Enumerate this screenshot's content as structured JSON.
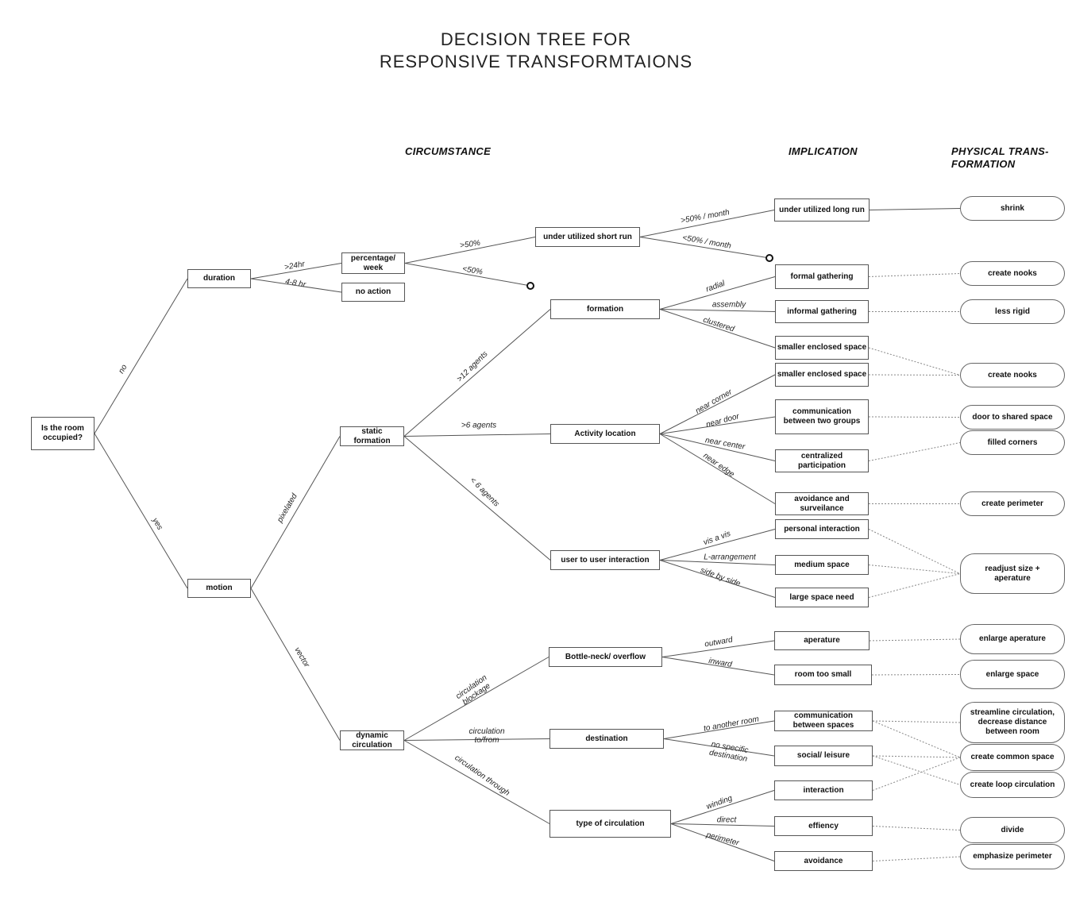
{
  "title": [
    "DECISION TREE FOR",
    "RESPONSIVE TRANSFORMTAIONS"
  ],
  "headers": {
    "circumstance": "CIRCUMSTANCE",
    "implication": "IMPLICATION",
    "physical": "PHYSICAL TRANS-\nFORMATION"
  },
  "nodes": {
    "root": "Is the room\noccupied?",
    "duration": "duration",
    "motion": "motion",
    "percentage": "percentage/\nweek",
    "noaction": "no action",
    "undershort": "under utilized short run",
    "static": "static\nformation",
    "dynamic": "dynamic\ncirculation",
    "formation": "formation",
    "activity": "Activity location",
    "u2u": "user to user interaction",
    "bottleneck": "Bottle-neck/ overflow",
    "destination": "destination",
    "typecirc": "type of circulation"
  },
  "implications": {
    "underlong": "under utilized long run",
    "formal": "formal gathering",
    "informal": "informal gathering",
    "smaller1": "smaller enclosed space",
    "smaller2": "smaller enclosed space",
    "comm2": "communication\nbetween two groups",
    "centralized": "centralized\nparticipation",
    "avoidsurv": "avoidance and\nsurveilance",
    "personal": "personal interaction",
    "medium": "medium space",
    "large": "large space need",
    "aperature": "aperature",
    "roomsmall": "room too small",
    "commspaces": "communication\nbetween spaces",
    "social": "social/ leisure",
    "interaction": "interaction",
    "effiency": "effiency",
    "avoidance": "avoidance"
  },
  "transformations": {
    "shrink": "shrink",
    "nooks1": "create nooks",
    "lessrigid": "less rigid",
    "nooks2": "create nooks",
    "door": "door to shared space",
    "filled": "filled corners",
    "perimeter": "create perimeter",
    "readjust": "readjust size +\naperature",
    "enlargeap": "enlarge aperature",
    "enlargesp": "enlarge space",
    "streamline": "streamline circulation,\ndecrease distance\nbetween room",
    "common": "create common space",
    "loop": "create loop circulation",
    "divide": "divide",
    "emphasize": "emphasize perimeter"
  },
  "edge_labels": {
    "no": "no",
    "yes": "yes",
    "gt24": ">24hr",
    "h48": "4-8 hr",
    "gt50": ">50%",
    "lt50": "<50%",
    "gt50m": ">50% / month",
    "lt50m": "<50% / month",
    "pixelated": "pixelated",
    "vector": "vector",
    "gt12": ">12 agents",
    "gt6": ">6 agents",
    "lt6": "< 6 agents",
    "radial": "radial",
    "assembly": "assembly",
    "clustered": "clustered",
    "nearcorner": "near corner",
    "neardoor": "near door",
    "nearcenter": "near center",
    "nearedge": "near edge",
    "visavis": "vis a vis",
    "larr": "L-arrangement",
    "side": "side by side",
    "blockage": "circulation\nblockage",
    "tofrom": "circulation\nto/from",
    "through": "circulation through",
    "outward": "outward",
    "inward": "inward",
    "another": "to another room",
    "nospecific": "no specific\ndestination",
    "winding": "winding",
    "direct": "direct",
    "perim": "perimeter"
  }
}
